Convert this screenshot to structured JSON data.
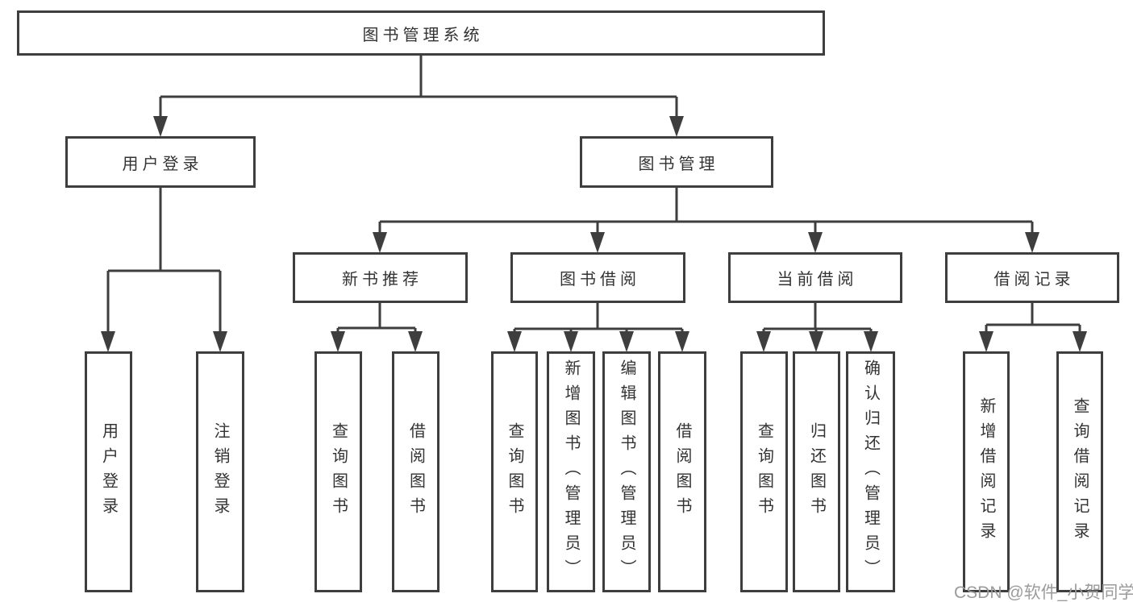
{
  "tree": {
    "label": "图书管理系统",
    "children": [
      {
        "label": "用户登录",
        "children": [
          {
            "label": "用户登录"
          },
          {
            "label": "注销登录"
          }
        ]
      },
      {
        "label": "图书管理",
        "children": [
          {
            "label": "新书推荐",
            "children": [
              {
                "label": "查询图书"
              },
              {
                "label": "借阅图书"
              }
            ]
          },
          {
            "label": "图书借阅",
            "children": [
              {
                "label": "查询图书"
              },
              {
                "label": "新增图书（管理员）"
              },
              {
                "label": "编辑图书（管理员）"
              },
              {
                "label": "借阅图书"
              }
            ]
          },
          {
            "label": "当前借阅",
            "children": [
              {
                "label": "查询图书"
              },
              {
                "label": "归还图书"
              },
              {
                "label": "确认归还（管理员）"
              }
            ]
          },
          {
            "label": "借阅记录",
            "children": [
              {
                "label": "新增借阅记录"
              },
              {
                "label": "查询借阅记录"
              }
            ]
          }
        ]
      }
    ]
  },
  "watermark": {
    "text": "CSDN @软件_小贺同学"
  },
  "colors": {
    "line": "#3e3e3e",
    "text": "#333333",
    "watermark": "#9b9b9b",
    "background": "#ffffff"
  }
}
